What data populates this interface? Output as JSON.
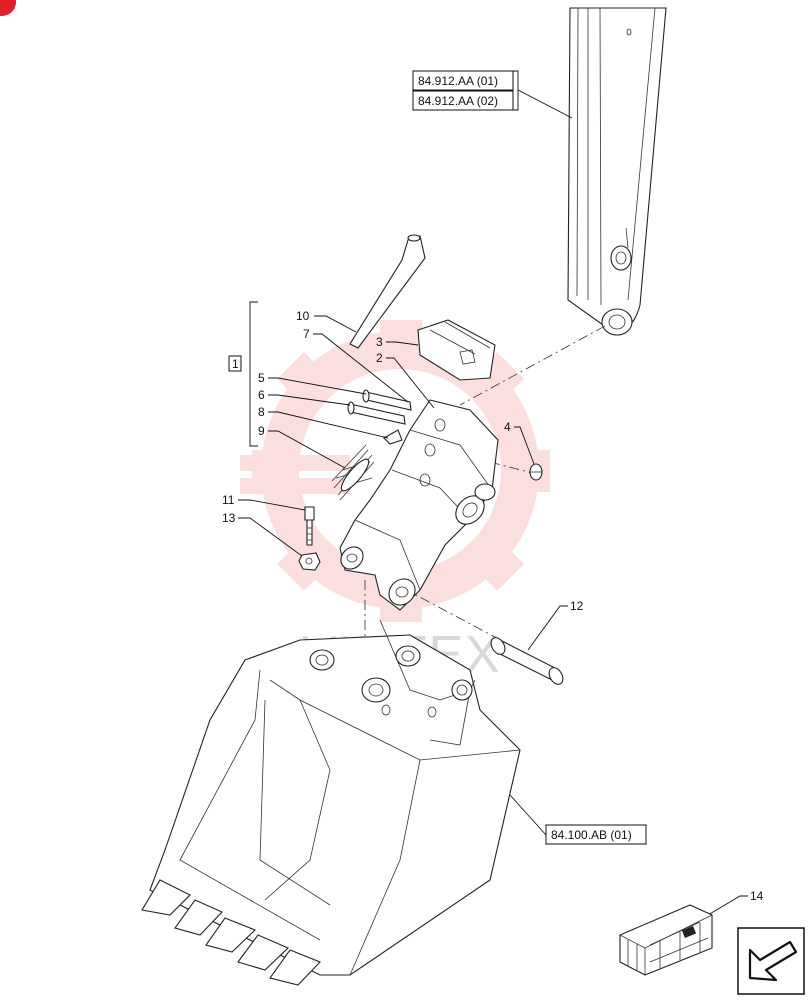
{
  "references": {
    "boom_ref_1": "84.912.AA (01)",
    "boom_ref_2": "84.912.AA (02)",
    "bucket_ref": "84.100.AB (01)"
  },
  "callouts": {
    "c1": "1",
    "c2": "2",
    "c3": "3",
    "c4": "4",
    "c5": "5",
    "c6": "6",
    "c7": "7",
    "c8": "8",
    "c9": "9",
    "c10": "10",
    "c11": "11",
    "c12": "12",
    "c13": "13",
    "c14": "14"
  },
  "watermark": {
    "text": "VIHTEX",
    "color": "#f4a6a6"
  },
  "colors": {
    "line": "#222222",
    "badge": "#e0202c"
  },
  "icons": {
    "next_page": "arrow-left-down-icon",
    "kit": "crate-icon"
  }
}
